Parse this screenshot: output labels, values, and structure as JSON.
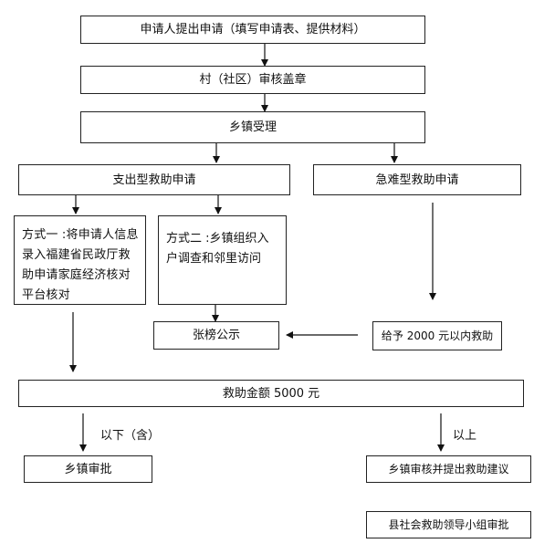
{
  "nodes": {
    "apply": "申请人提出申请（填写申请表、提供材料）",
    "village": "村（社区）审核盖章",
    "town_accept": "乡镇受理",
    "expense": "支出型救助申请",
    "emergency": "急难型救助申请",
    "method1": "方式一 :将申请人信息录入福建省民政厅救助申请家庭经济核对平台核对",
    "method2": "方式二 :乡镇组织入户调查和邻里访问",
    "publicize": "张榜公示",
    "give": "给予 2000 元以内救助",
    "amount": "救助金额 5000 元",
    "town_approve": "乡镇审批",
    "town_suggest": "乡镇审核并提出救助建议",
    "county_approve": "县社会救助领导小组审批"
  },
  "labels": {
    "below": "以下（含）",
    "above": "以上"
  }
}
